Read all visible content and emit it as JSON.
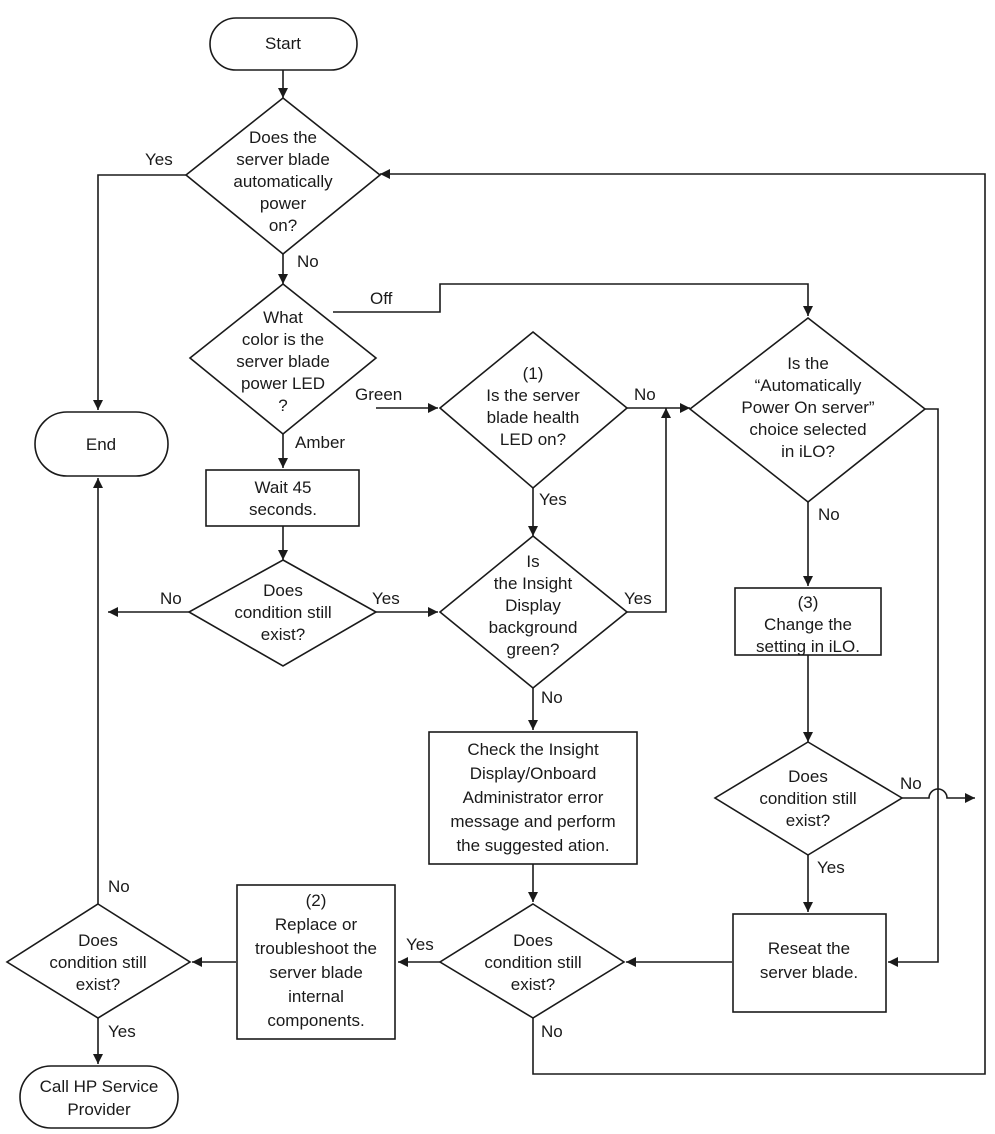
{
  "nodes": {
    "start": [
      "Start"
    ],
    "end": [
      "End"
    ],
    "auto_power": [
      "Does the",
      "server blade",
      "automatically",
      "power",
      "on?"
    ],
    "led_color": [
      "What",
      "color is the",
      "server blade",
      "power LED",
      "?"
    ],
    "wait": [
      "Wait 45",
      "seconds."
    ],
    "cond1": [
      "Does",
      "condition still",
      "exist?"
    ],
    "health_led": [
      "(1)",
      "Is the server",
      "blade health",
      "LED on?"
    ],
    "insight_green": [
      "Is",
      "the Insight",
      "Display",
      "background",
      "green?"
    ],
    "check_insight": [
      "Check the Insight",
      "Display/Onboard",
      "Administrator error",
      "message and perform",
      "the suggested ation."
    ],
    "auto_power_ilo": [
      "Is the",
      "“Automatically",
      "Power On server”",
      "choice selected",
      "in iLO?"
    ],
    "change_ilo": [
      "(3)",
      "Change the",
      "setting in iLO."
    ],
    "cond_ilo": [
      "Does",
      "condition still",
      "exist?"
    ],
    "reseat": [
      "Reseat the",
      "server blade."
    ],
    "cond_mid": [
      "Does",
      "condition still",
      "exist?"
    ],
    "replace": [
      "(2)",
      "Replace or",
      "troubleshoot the",
      "server blade",
      "internal",
      "components."
    ],
    "cond_left": [
      "Does",
      "condition still",
      "exist?"
    ],
    "call_hp": [
      "Call HP Service",
      "Provider"
    ]
  },
  "edge_labels": {
    "yes": "Yes",
    "no": "No",
    "off": "Off",
    "green": "Green",
    "amber": "Amber"
  }
}
